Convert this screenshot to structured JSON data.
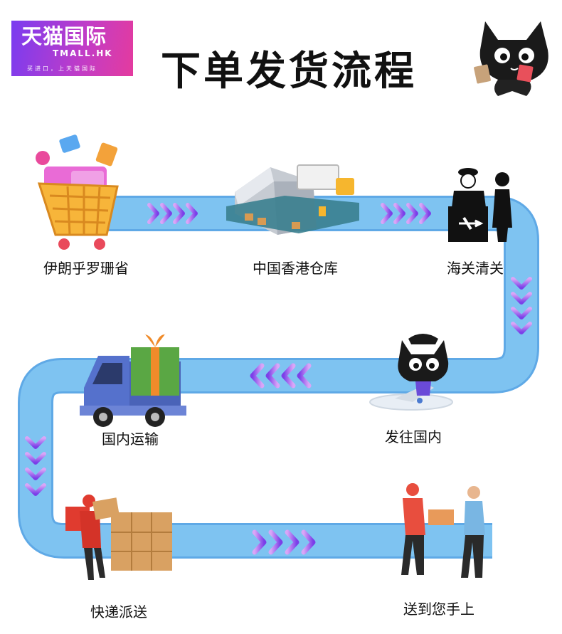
{
  "header": {
    "logo_name": "天猫国际",
    "logo_sub": "TMALL.HK",
    "logo_slogan": "买进口，上天猫国际",
    "title": "下单发货流程"
  },
  "steps": [
    {
      "label": "伊朗乎罗珊省",
      "icon": "shopping-cart-icon"
    },
    {
      "label": "中国香港仓库",
      "icon": "warehouse-icon"
    },
    {
      "label": "海关清关",
      "icon": "customs-officer-icon"
    },
    {
      "label": "发往国内",
      "icon": "airplane-cat-icon"
    },
    {
      "label": "国内运输",
      "icon": "delivery-truck-icon"
    },
    {
      "label": "快递派送",
      "icon": "courier-boxes-icon"
    },
    {
      "label": "送到您手上",
      "icon": "handover-icon"
    }
  ],
  "colors": {
    "track": "#7ec3f1",
    "track_edge": "#5fa9e6",
    "chevron_purple": "#8a4df0",
    "chevron_pink": "#c07cf0",
    "title": "#111111",
    "brand_gradient_start": "#7a3cf0",
    "brand_gradient_end": "#e43b9e"
  }
}
